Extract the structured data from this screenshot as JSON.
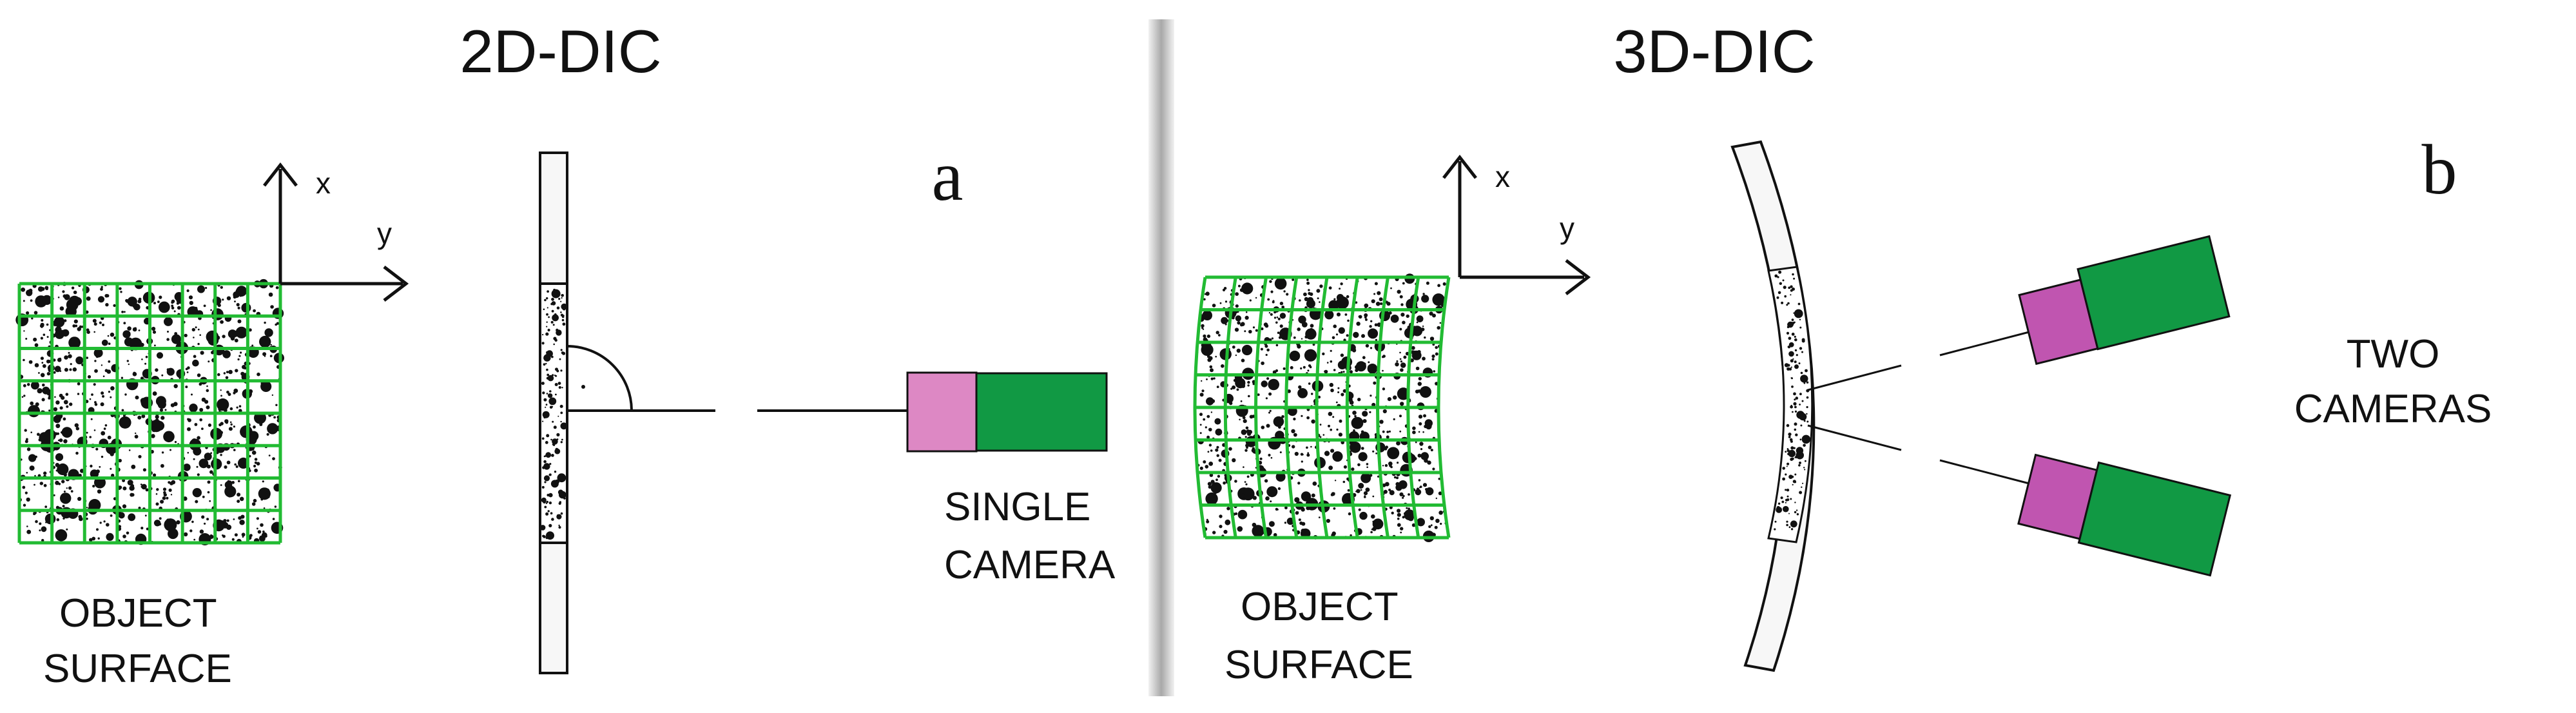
{
  "panel_a": {
    "title": "2D-DIC",
    "letter": "a",
    "object_caption": [
      "OBJECT",
      "SURFACE"
    ],
    "camera_caption": [
      "SINGLE",
      "CAMERA"
    ],
    "axis_x": "x",
    "axis_y": "y"
  },
  "panel_b": {
    "title": "3D-DIC",
    "letter": "b",
    "object_caption": [
      "OBJECT",
      "SURFACE"
    ],
    "camera_caption": [
      "TWO",
      "CAMERAS"
    ],
    "axis_x": "x",
    "axis_y": "y"
  },
  "colors": {
    "grid_green": "#22bb33",
    "camera_body": "#119944",
    "lens_pink": "#dd88c4",
    "lens_magenta": "#c055b0",
    "divider": "#bdbdbd"
  },
  "icons": [
    "camera-icon",
    "speckle-grid-icon",
    "axis-arrows-icon"
  ]
}
